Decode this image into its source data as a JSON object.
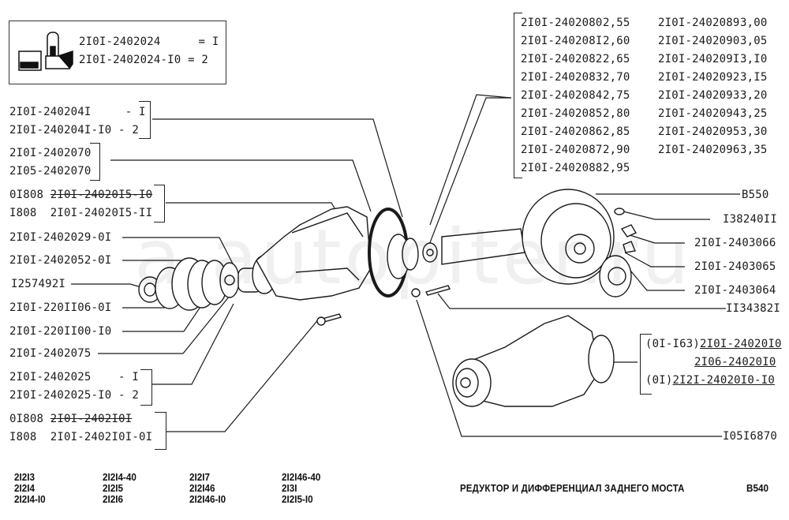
{
  "kit": {
    "icon": "parts-kit-icon",
    "lines": [
      {
        "part": "2I0I-2402024",
        "sep": "=",
        "qty": "I"
      },
      {
        "part": "2I0I-2402024-I0",
        "sep": "=",
        "qty": "2"
      }
    ]
  },
  "left_labels": [
    {
      "id": "shim-set",
      "lines": [
        "2I0I-240204I     - I",
        "2I0I-240204I-I0 - 2"
      ]
    },
    {
      "id": "bearing-cup",
      "lines": [
        "2I0I-2402070",
        "2I05-2402070"
      ]
    },
    {
      "id": "gear-housing",
      "prefix_a": "0I808 ",
      "struck": "2I0I-24020I5-I0",
      "prefix_b": "I808  ",
      "current": "2I0I-24020I5-II"
    },
    {
      "id": "collapsible-spacer",
      "text": "2I0I-2402029-0I"
    },
    {
      "id": "oil-seal",
      "text": "2I0I-2402052-0I"
    },
    {
      "id": "nut",
      "text": "I257492I"
    },
    {
      "id": "washer",
      "text": "2I0I-220II06-0I"
    },
    {
      "id": "flange",
      "text": "2I0I-220II00-I0"
    },
    {
      "id": "bearing",
      "text": "2I0I-2402075"
    },
    {
      "id": "pinion-shim",
      "lines": [
        "2I0I-2402025    - I",
        "2I0I-2402025-I0 - 2"
      ]
    },
    {
      "id": "housing-bolt",
      "prefix_a": "0I808 ",
      "struck": "2I0I-2402I0I",
      "prefix_b": "I808  ",
      "current": "2I0I-2402I0I-0I"
    }
  ],
  "shim_table": {
    "rows": [
      [
        "2I0I-2402080",
        "2,55",
        "2I0I-2402089",
        "3,00"
      ],
      [
        "2I0I-240208I",
        "2,60",
        "2I0I-2402090",
        "3,05"
      ],
      [
        "2I0I-2402082",
        "2,65",
        "2I0I-240209I",
        "3,I0"
      ],
      [
        "2I0I-2402083",
        "2,70",
        "2I0I-2402092",
        "3,I5"
      ],
      [
        "2I0I-2402084",
        "2,75",
        "2I0I-2402093",
        "3,20"
      ],
      [
        "2I0I-2402085",
        "2,80",
        "2I0I-2402094",
        "3,25"
      ],
      [
        "2I0I-2402086",
        "2,85",
        "2I0I-2402095",
        "3,30"
      ],
      [
        "2I0I-2402087",
        "2,90",
        "2I0I-2402096",
        "3,35"
      ],
      [
        "2I0I-2402088",
        "2,95",
        "",
        ""
      ]
    ]
  },
  "right_labels": [
    {
      "id": "differential",
      "text": "B550"
    },
    {
      "id": "bolt-lock",
      "text": "I38240II"
    },
    {
      "id": "lock-plate",
      "text": "2I0I-2403066"
    },
    {
      "id": "lock-plate-2",
      "text": "2I0I-2403065"
    },
    {
      "id": "adjusting-nut",
      "text": "2I0I-2403064"
    },
    {
      "id": "cap-bolt",
      "text": "II34382I"
    },
    {
      "id": "gasket",
      "text": "I05I6870"
    }
  ],
  "assembly": {
    "lines": [
      {
        "prefix": "(0I-I63)",
        "part": "2I0I-24020I0"
      },
      {
        "prefix": "",
        "part": "2I06-24020I0"
      },
      {
        "prefix": "(0I)",
        "part": "2I2I-24020I0-I0"
      }
    ]
  },
  "footer": {
    "models": [
      [
        "2I2I3",
        "2I2I4",
        "2I2I4-I0"
      ],
      [
        "2I2I4-40",
        "2I2I5",
        "2I2I6"
      ],
      [
        "2I2I7",
        "2I2I46",
        "2I2I46-I0"
      ],
      [
        "2I2I46-40",
        "2I3I",
        "2I2I5-I0"
      ]
    ],
    "title": "РЕДУКТОР И ДИФФЕРЕНЦИАЛ ЗАДНЕГО МОСТА",
    "sheet": "B540"
  },
  "watermark": "a autopiter.ru"
}
